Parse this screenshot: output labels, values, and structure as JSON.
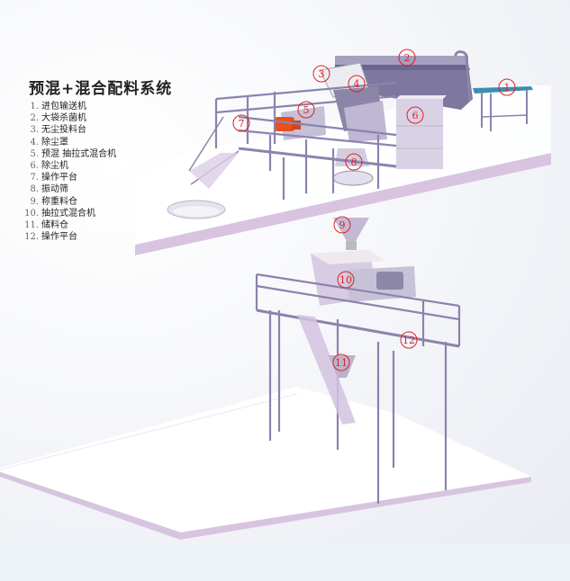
{
  "title": "预混+混合配料系统",
  "legend": [
    {
      "num": "1.",
      "label": "进包输送机"
    },
    {
      "num": "2.",
      "label": "大袋杀菌机"
    },
    {
      "num": "3.",
      "label": "无尘投料台"
    },
    {
      "num": "4.",
      "label": "除尘罩"
    },
    {
      "num": "5.",
      "label": "预混 抽拉式混合机"
    },
    {
      "num": "6.",
      "label": "除尘机"
    },
    {
      "num": "7.",
      "label": "操作平台"
    },
    {
      "num": "8.",
      "label": "振动筛"
    },
    {
      "num": "9.",
      "label": "称重料仓"
    },
    {
      "num": "10.",
      "label": "抽拉式混合机"
    },
    {
      "num": "11.",
      "label": "储料仓"
    },
    {
      "num": "12.",
      "label": "操作平台"
    }
  ],
  "callouts": [
    {
      "id": "1",
      "text": "1"
    },
    {
      "id": "2",
      "text": "2"
    },
    {
      "id": "3",
      "text": "3"
    },
    {
      "id": "4",
      "text": "4"
    },
    {
      "id": "5",
      "text": "5"
    },
    {
      "id": "6",
      "text": "6"
    },
    {
      "id": "7",
      "text": "7"
    },
    {
      "id": "8",
      "text": "8"
    },
    {
      "id": "9",
      "text": "9"
    },
    {
      "id": "10",
      "text": "10"
    },
    {
      "id": "11",
      "text": "11"
    },
    {
      "id": "12",
      "text": "12"
    }
  ],
  "colors": {
    "floor_edge": "#d7c3df",
    "steel": "#8d82ae",
    "machine": "#b7aed0",
    "machine_dark": "#6e6990",
    "callout": "#dd2222",
    "motor": "#e8501e",
    "conveyor_belt": "#3b8fb0"
  }
}
